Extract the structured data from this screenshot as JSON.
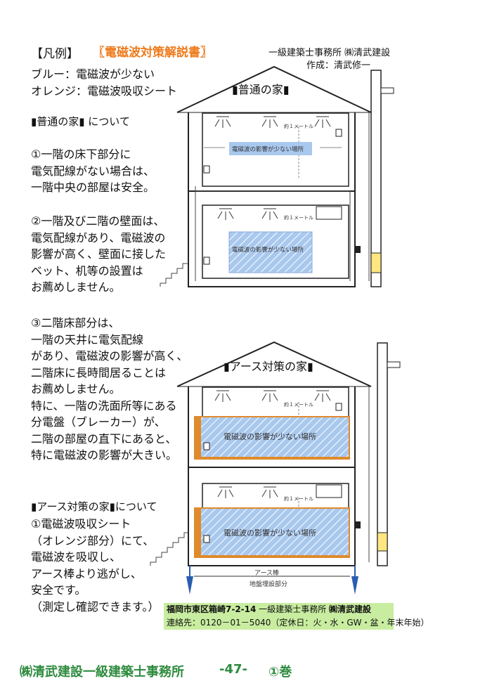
{
  "header": {
    "legend_title": "【凡例】",
    "doc_title": "〖電磁波対策解説書〗",
    "company": "一級建築士事務所 ㈱清武建設",
    "author": "作成：清武修一",
    "legend_blue": "ブルー：電磁波が少ない",
    "legend_orange": "オレンジ：電磁波吸収シート"
  },
  "section_normal": {
    "heading": "▮普通の家▮ について",
    "p1": [
      "①一階の床下部分に",
      "電気配線がない場合は、",
      "一階中央の部屋は安全。"
    ],
    "p2": [
      "②一階及び二階の壁面は、",
      "電気配線があり、電磁波の",
      "影響が高く、壁面に接した",
      "ベット、机等の設置は",
      "お薦めしません。"
    ],
    "p3": [
      "③二階床部分は、",
      "一階の天井に電気配線",
      "があり、電磁波の影響が高く、",
      "二階床に長時間居ることは",
      "お薦めしません。",
      "特に、一階の洗面所等にある",
      "分電盤（ブレーカー）が、",
      "二階の部屋の直下にあると、",
      "特に電磁波の影響が大きい。"
    ]
  },
  "section_earth": {
    "heading": "▮アース対策の家▮について",
    "lines": [
      "①電磁波吸収シート",
      "（オレンジ部分）にて、",
      "電磁波を吸収し、",
      "アース棒より逃がし、",
      "安全です。",
      "（測定し確認できます。）"
    ]
  },
  "diagram_top": {
    "label": "▮普通の家▮",
    "distance": "約１メートル",
    "safe_zone_upper": "電磁波の影響が少ない場所",
    "distance_lower": "約１メートル",
    "safe_zone_lower": "電磁波の影響が少ない場所"
  },
  "diagram_bottom": {
    "label": "▮アース対策の家▮",
    "distance": "約１メートル",
    "safe_zone_upper": "電磁波の影響が少ない場所",
    "distance_lower": "約１メートル",
    "safe_zone_lower": "電磁波の影響が少ない場所",
    "earth_rod": "アース棒",
    "buried": "地盤埋設部分"
  },
  "contact": {
    "address": "福岡市東区箱崎7-2-14",
    "office": "一級建築士事務所",
    "company": "㈱清武建設",
    "phone": "連絡先：0120－01－5040（定休日：火・水・GW・盆・年末年始）"
  },
  "footer": {
    "left": "㈱清武建設一級建築士事務所",
    "page": "-47-",
    "volume": "①巻"
  },
  "colors": {
    "safe_blue": "#a9c8ee",
    "sheet_orange": "#e08a2c",
    "footer_green": "#2e8b3e",
    "contact_bg": "#c8eda0"
  }
}
